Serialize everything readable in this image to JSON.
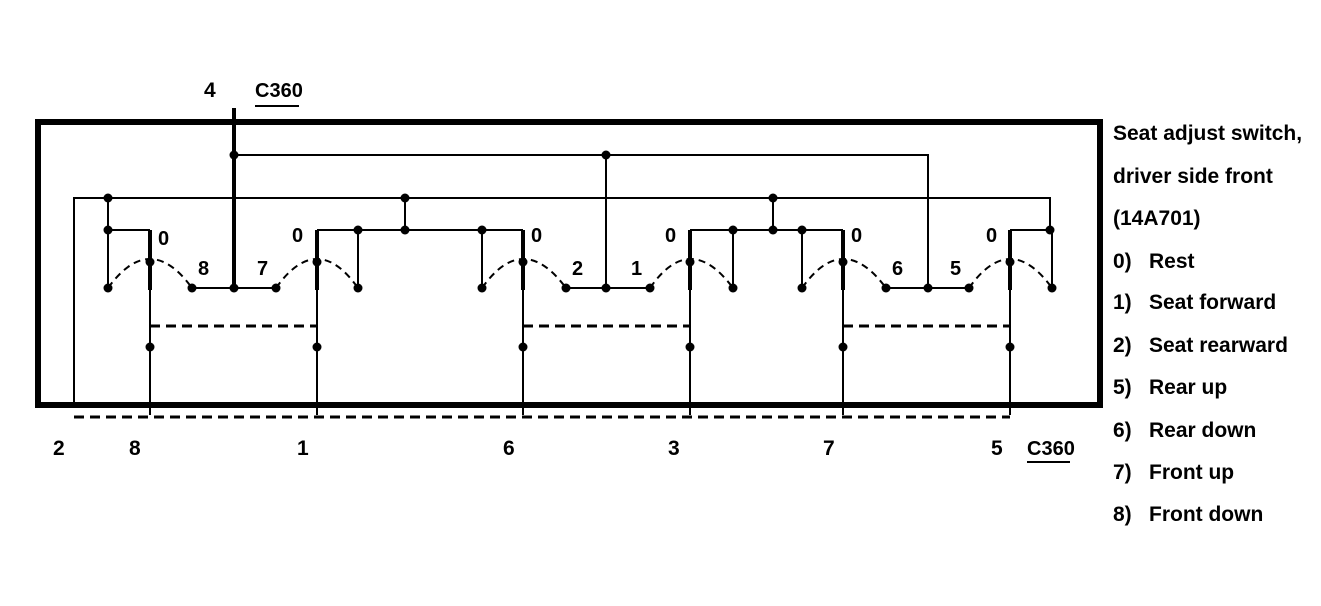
{
  "diagram": {
    "connector_top": "C360",
    "connector_bottom": "C360",
    "top_pin": "4",
    "bottom_pins": [
      "2",
      "8",
      "1",
      "6",
      "3",
      "7",
      "5"
    ],
    "position_labels": [
      "0",
      "8",
      "7",
      "0",
      "0",
      "2",
      "1",
      "0",
      "0",
      "6",
      "5",
      "0"
    ],
    "colors": {
      "ink": "#000000",
      "background": "#ffffff"
    }
  },
  "legend": {
    "title_lines": [
      "Seat adjust switch,",
      "driver side front",
      "(14A701)"
    ],
    "items": [
      {
        "key": "0)",
        "text": "Rest"
      },
      {
        "key": "1)",
        "text": "Seat forward"
      },
      {
        "key": "2)",
        "text": "Seat rearward"
      },
      {
        "key": "5)",
        "text": "Rear up"
      },
      {
        "key": "6)",
        "text": "Rear down"
      },
      {
        "key": "7)",
        "text": "Front up"
      },
      {
        "key": "8)",
        "text": "Front down"
      }
    ]
  }
}
